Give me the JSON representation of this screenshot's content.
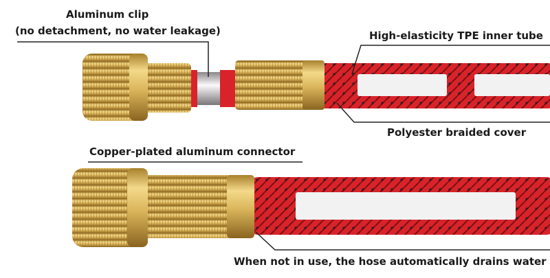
{
  "labels": {
    "clip_title": "Aluminum clip",
    "clip_sub": "(no detachment, no water leakage)",
    "inner_tube": "High-elasticity TPE inner tube",
    "braided_cover": "Polyester braided cover",
    "connector": "Copper-plated aluminum connector",
    "drains": "When not in use, the hose automatically drains water"
  },
  "colors": {
    "brass": "#d9b45a",
    "hose_red": "#d8232a",
    "braid_black": "#222222",
    "inner_tube": "#f2f2f2"
  }
}
